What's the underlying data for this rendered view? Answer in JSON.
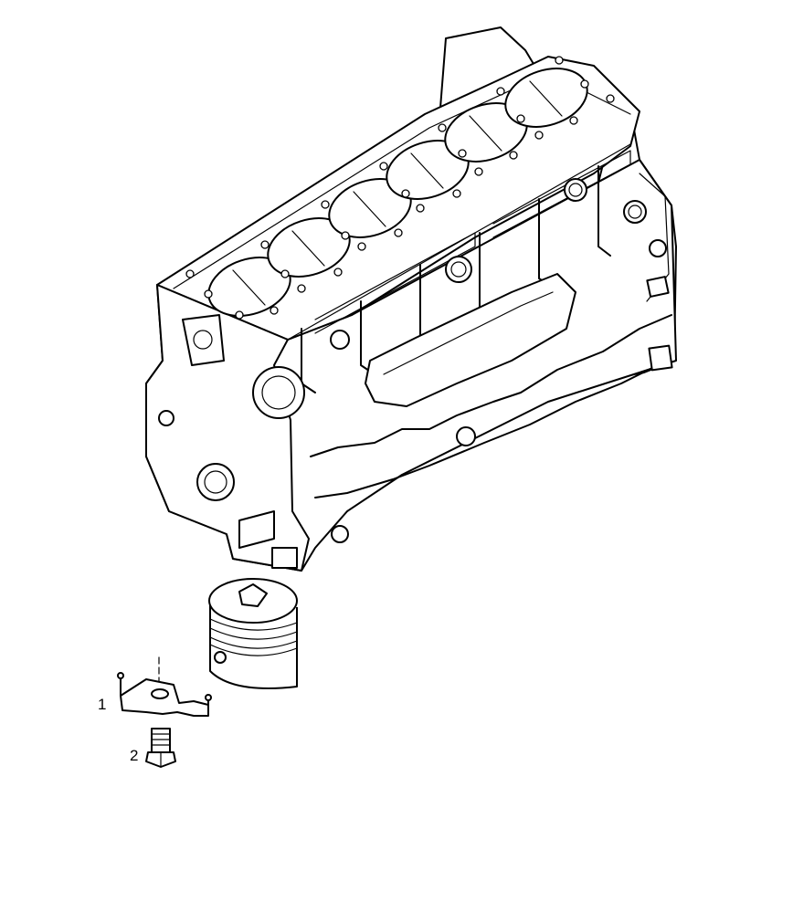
{
  "callouts": [
    {
      "number": "1",
      "part": "oil-spray-nozzle"
    },
    {
      "number": "2",
      "part": "banjo-bolt"
    }
  ],
  "colors": {
    "line": "#000000",
    "background": "#ffffff"
  }
}
